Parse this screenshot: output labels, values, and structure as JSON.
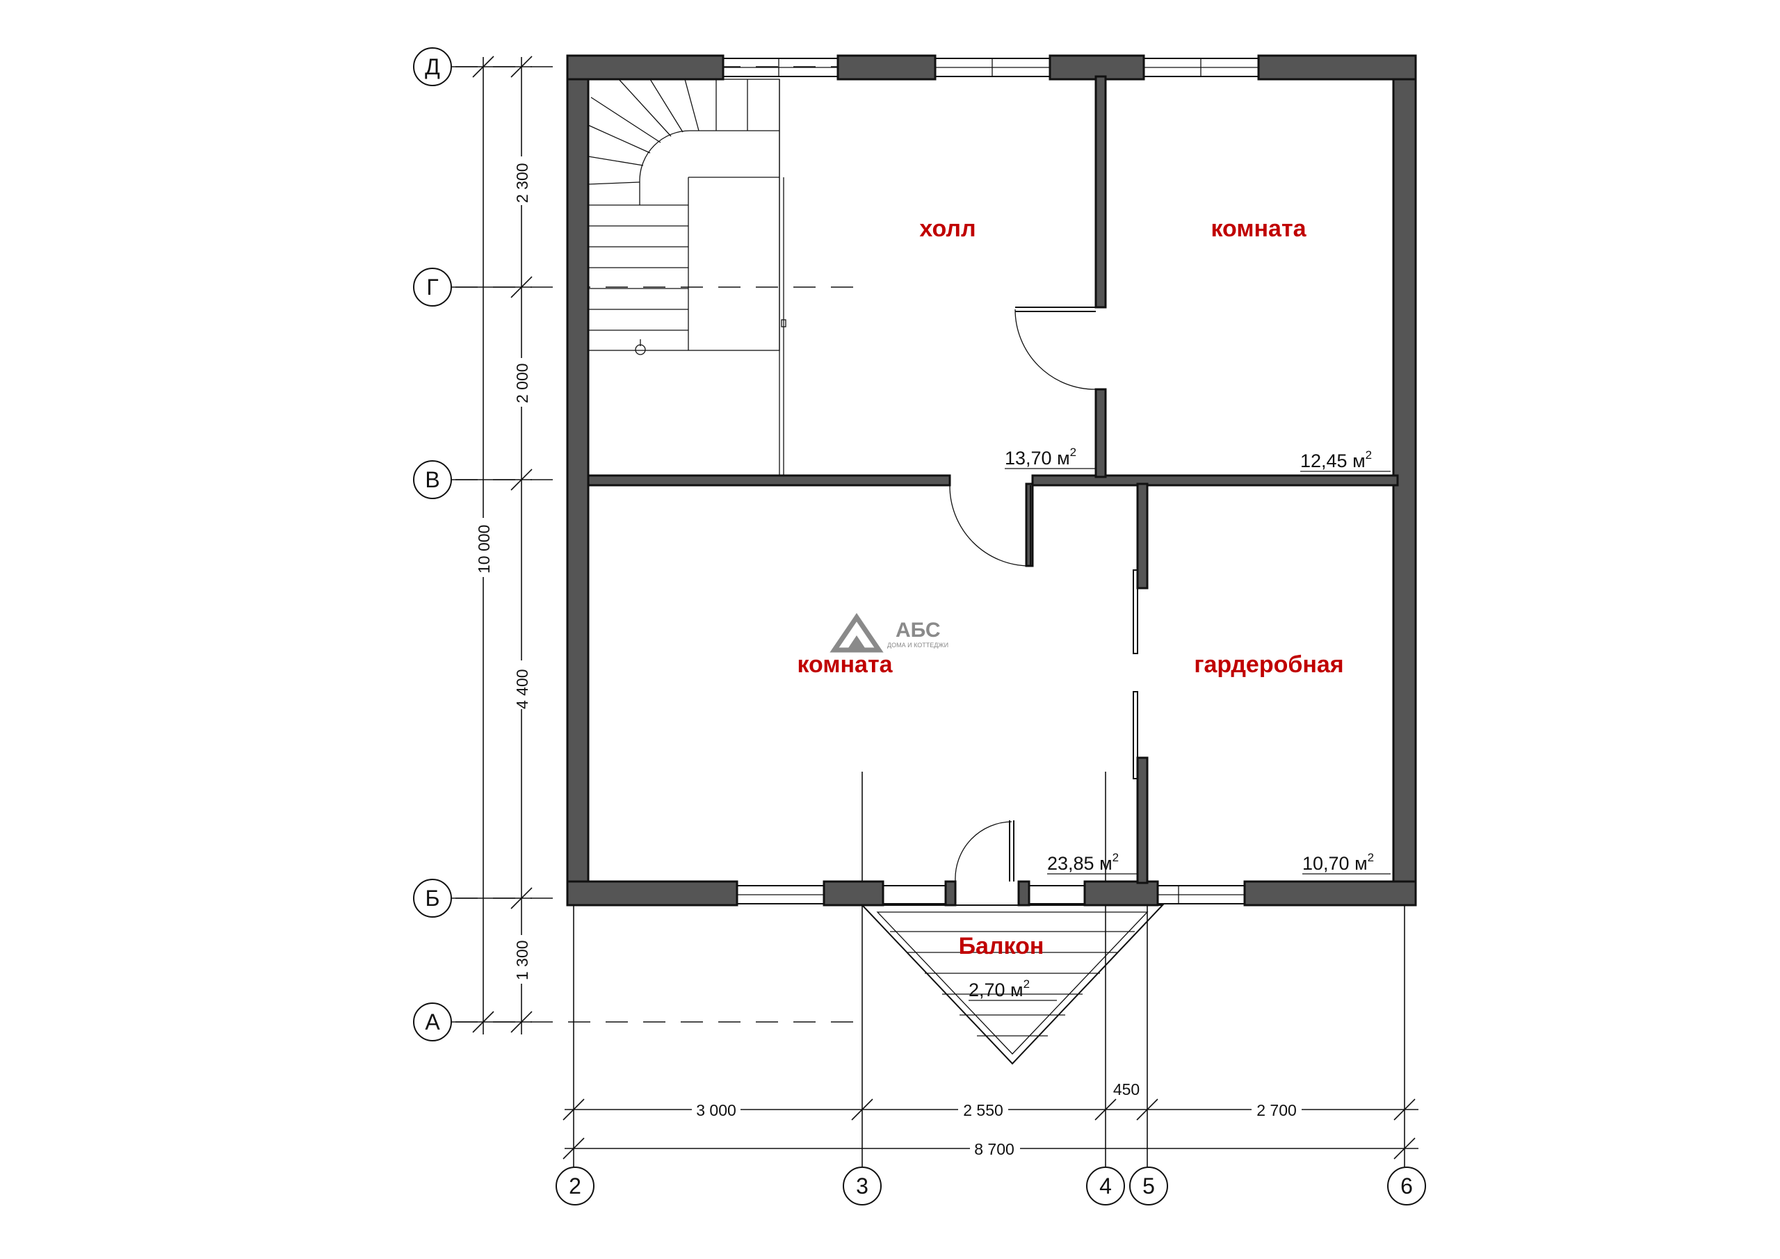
{
  "rooms": [
    {
      "name": "холл",
      "area": "13,70 м"
    },
    {
      "name": "комната",
      "area": "12,45 м"
    },
    {
      "name": "комната",
      "area": "23,85 м"
    },
    {
      "name": "гардеробная",
      "area": "10,70 м"
    },
    {
      "name": "Балкон",
      "area": "2,70 м"
    }
  ],
  "area_exponent": "2",
  "axes": {
    "rows": [
      "Д",
      "Г",
      "В",
      "Б",
      "А"
    ],
    "cols": [
      "2",
      "3",
      "4",
      "5",
      "6"
    ]
  },
  "dimensions": {
    "vertical": [
      "2 300",
      "2 000",
      "4 400",
      "1 300"
    ],
    "vertical_total": "10 000",
    "horizontal": [
      "3 000",
      "2 550",
      "450",
      "2 700"
    ],
    "horizontal_total": "8 700"
  },
  "logo": {
    "title": "АБС",
    "subtitle": "ДОМА И КОТТЕДЖИ"
  },
  "colors": {
    "wall": "#555555",
    "label": "#c00000",
    "logo": "#8a8a8a"
  }
}
